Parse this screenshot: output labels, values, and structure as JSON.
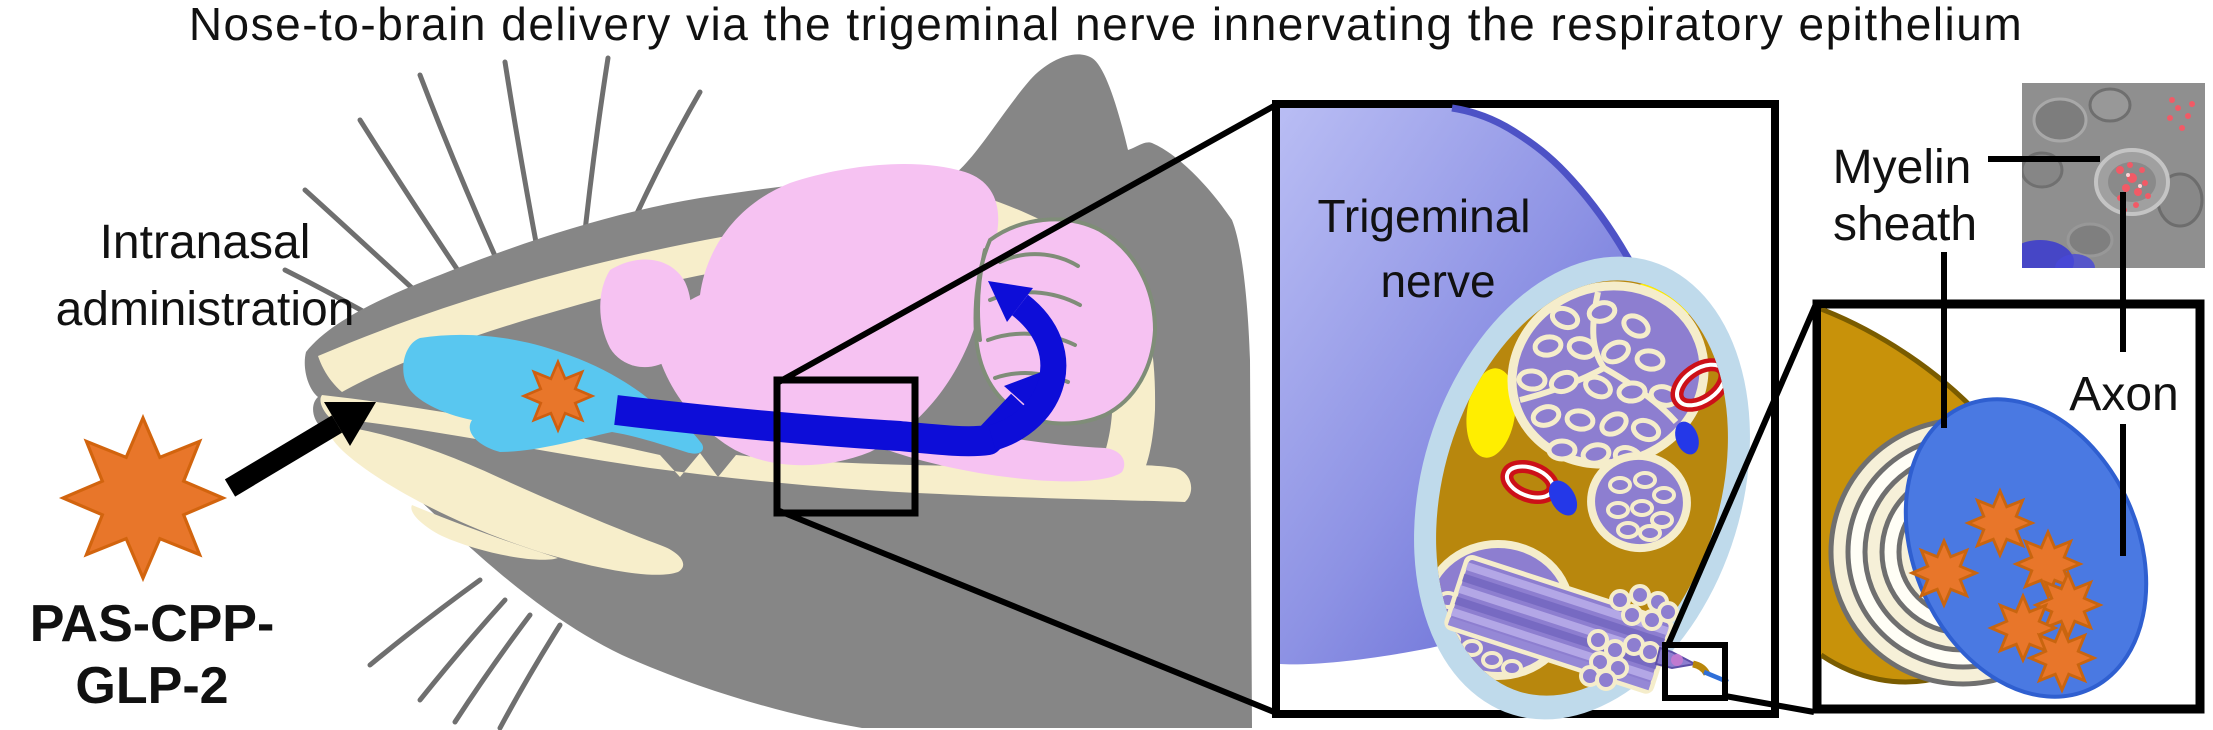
{
  "title": "Nose-to-brain delivery via the trigeminal nerve innervating the respiratory epithelium",
  "labels": {
    "intranasal": {
      "line1": "Intranasal",
      "line2": "administration"
    },
    "compound": {
      "line1": "PAS-CPP-",
      "line2": "GLP-2"
    },
    "trigeminal": {
      "line1": "Trigeminal",
      "line2": "nerve"
    },
    "myelin": {
      "line1": "Myelin",
      "line2": "sheath"
    },
    "axon": "Axon"
  },
  "colors": {
    "body_gray": "#868686",
    "whisker_gray": "#6f6f6f",
    "skull_cream": "#f7eecb",
    "brain_pink": "#f6c2f2",
    "cerebellum_outline": "#7f8d78",
    "nasal_blue": "#59c7f0",
    "nerve_blue": "#0d0dd8",
    "compound_orange": "#e8762a",
    "trunk_light": "#b4b8f2",
    "trunk_dark": "#6468d4",
    "epineurium_ring": "#bfdaeb",
    "endoneurium_gold": "#b8870d",
    "fascicle_purple": "#8d7ed0",
    "fascicle_border": "#f5edcb",
    "vessel_red": "#cc1018",
    "vessel_blue": "#2438e8",
    "fat_yellow": "#ffee00",
    "myelin_gold": "#c8920a",
    "axon_fill_blue": "#4a79e2",
    "ring_cream": "#f6f0d8",
    "ring_gray": "#6f6f6f"
  }
}
